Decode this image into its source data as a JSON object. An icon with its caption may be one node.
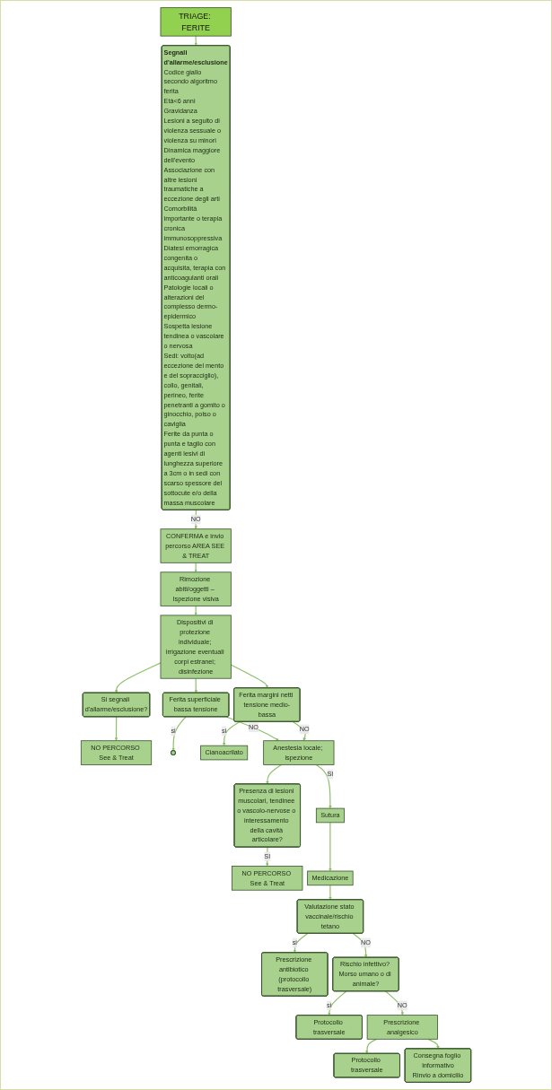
{
  "diagram": {
    "nodes": [
      {
        "text": [
          "TRIAGE: FERITE"
        ]
      },
      {
        "text": [
          "Segnali d'allarme/esclusione",
          "Codice giallo secondo algoritmo ferita",
          "Età<6 anni",
          "Gravidanza",
          "Lesioni a seguito di violenza sessuale o violenza su minori",
          "Dinamica maggiore dell'evento",
          "Associazione con altre lesioni traumatiche a eccezione degli arti",
          "Comorbilità importante o terapia cronica immunosoppressiva",
          "Diatesi emorragica congenita o acquisita, terapia con anticoagulanti orali",
          "Patologie locali o alterazioni del complesso dermo-epidermico",
          "Sospetta lesione tendinea o vascolare o nervosa",
          "Sedi: volto(ad eccezione del mento e del sopracciglio), collo, genitali, perineo, ferite penetranti a gomito o ginocchio, polso o caviglia",
          "Ferite da punta o punta e taglio con agenti lesivi di lunghezza superiore a 3cm o in sedi con scarso spessore del sottocute e/o della massa muscolare"
        ]
      },
      {
        "text": [
          "CONFERMA e invio percorso AREA SEE & TREAT"
        ]
      },
      {
        "text": [
          "Rimozione abiti/oggetti – Ispezione visiva"
        ]
      },
      {
        "text": [
          "Dispositivi di protezione individuale; irrigazione eventuali corpi estranei; disinfezione"
        ]
      },
      {
        "text": [
          "Si segnali d'allarme/esclusione?"
        ]
      },
      {
        "text": [
          "NO PERCORSO See & Treat"
        ]
      },
      {
        "text": [],
        "shape": "box"
      },
      {
        "text": [
          "Ferita superficiale bassa tensione"
        ]
      },
      {
        "text": [
          "Ferita margini netti tensione medio-bassa"
        ]
      },
      {
        "text": [
          "Cianoacrilato"
        ]
      },
      {
        "text": [
          "Anestesia locale; ispezione"
        ]
      },
      {
        "text": [
          "Presenza di lesioni muscolari, tendinee o vascolo-nervose o interessamento della cavità articolare?"
        ]
      },
      {
        "text": [
          "Sutura"
        ]
      },
      {
        "text": [
          "NO PERCORSO See & Treat"
        ]
      },
      {
        "text": [
          "Medicazione"
        ]
      },
      {
        "text": [
          "Prescrizione antibiotico (protocollo trasversale)"
        ]
      },
      {
        "text": [
          "Valutazione stato vaccinale/rischio tetano"
        ]
      },
      {
        "text": [
          "Protocollo trasversale"
        ]
      },
      {
        "text": [
          "Rischio infettivo? Morso umano o di animale?"
        ]
      },
      {
        "text": [
          "Protocollo trasversale"
        ]
      },
      {
        "text": [
          "Prescrizione analgesico"
        ]
      },
      {
        "text": [
          "Consegna foglio informativo",
          "Rinvio a domicilio"
        ]
      }
    ],
    "edges": [
      {
        "from": 0,
        "to": 1,
        "arrow": "to"
      },
      {
        "from": 1,
        "to": 2,
        "arrow": "to",
        "label": "NO"
      },
      {
        "from": 2,
        "to": 3,
        "arrow": "to"
      },
      {
        "from": 3,
        "to": 4,
        "arrow": "to"
      },
      {
        "from": 4,
        "to": 5,
        "arrow": "to"
      },
      {
        "from": 5,
        "to": 6,
        "arrow": "to"
      },
      {
        "from": 4,
        "to": 8,
        "arrow": "to"
      },
      {
        "from": 4,
        "to": 9,
        "arrow": "to"
      },
      {
        "from": 8,
        "to": 7,
        "arrow": "to",
        "label": "si"
      },
      {
        "from": 9,
        "to": 10,
        "arrow": "to",
        "label": "si"
      },
      {
        "from": 8,
        "to": 11,
        "arrow": "to",
        "label": "NO"
      },
      {
        "from": 9,
        "to": 11,
        "arrow": "to",
        "label": "NO"
      },
      {
        "from": 11,
        "to": 12,
        "arrow": "to"
      },
      {
        "from": 11,
        "to": 13,
        "arrow": "to",
        "label": "SI"
      },
      {
        "from": 12,
        "to": 14,
        "arrow": "to",
        "label": "SI"
      },
      {
        "from": 13,
        "to": 15,
        "arrow": "to"
      },
      {
        "from": 15,
        "to": 17,
        "arrow": "to"
      },
      {
        "from": 17,
        "to": 16,
        "arrow": "to",
        "label": "si"
      },
      {
        "from": 17,
        "to": 19,
        "arrow": "to",
        "label": "NO"
      },
      {
        "from": 19,
        "to": 18,
        "arrow": "to",
        "label": "si"
      },
      {
        "from": 19,
        "to": 21,
        "arrow": "to",
        "label": "NO"
      },
      {
        "from": 21,
        "to": 20,
        "arrow": "to"
      },
      {
        "from": 21,
        "to": 22,
        "arrow": "to"
      }
    ]
  }
}
